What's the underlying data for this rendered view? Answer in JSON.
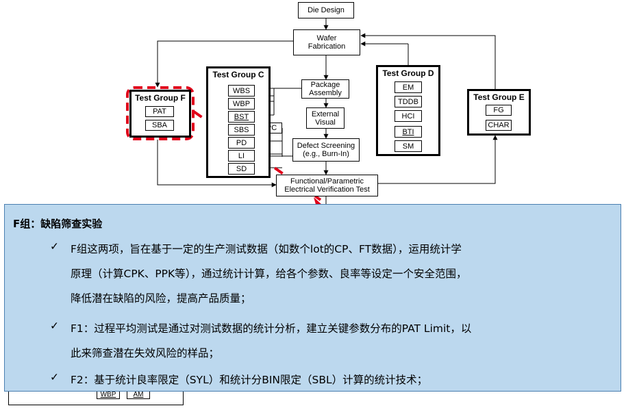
{
  "diagram": {
    "die_design": "Die Design",
    "wafer_fab": "Wafer\nFabrication",
    "package_assembly": "Package\nAssembly",
    "external_visual": "External\nVisual",
    "defect_screening": "Defect Screening\n(e.g., Burn-In)",
    "functional_test": "Functional/Parametric\nElectrical Verification Test",
    "pc": "PC",
    "group_c": {
      "title": "Test Group C",
      "items": [
        "WBS",
        "WBP",
        "BST",
        "SBS",
        "PD",
        "LI",
        "SD"
      ]
    },
    "group_d": {
      "title": "Test Group D",
      "items": [
        "EM",
        "TDDB",
        "HCI",
        "BTI",
        "SM"
      ]
    },
    "group_e": {
      "title": "Test Group E",
      "items": [
        "FG",
        "CHAR"
      ]
    },
    "group_f": {
      "title": "Test Group F",
      "items": [
        "PAT",
        "SBA"
      ]
    },
    "bottom_fragment": [
      "WBP",
      "AM"
    ]
  },
  "overlay": {
    "title": "F组：缺陷筛查实验",
    "check_glyph": "✓",
    "bullets": [
      {
        "lines": [
          "F组这两项，旨在基于一定的生产测试数据（如数个lot的CP、FT数据），运用统计学",
          "原理（计算CPK、PPK等），通过统计计算，给各个参数、良率等设定一个安全范围，",
          "降低潜在缺陷的风险，提高产品质量；"
        ]
      },
      {
        "lines": [
          "F1：过程平均测试是通过对测试数据的统计分析，建立关键参数分布的PAT Limit，以",
          "此来筛查潜在失效风险的样品；"
        ]
      },
      {
        "lines": [
          "F2：基于统计良率限定（SYL）和统计分BIN限定（SBL）计算的统计技术；"
        ]
      }
    ]
  },
  "colors": {
    "overlay_bg": "#bcd8ee",
    "overlay_border": "#4a7fb0",
    "highlight_dash": "#e0001a"
  }
}
